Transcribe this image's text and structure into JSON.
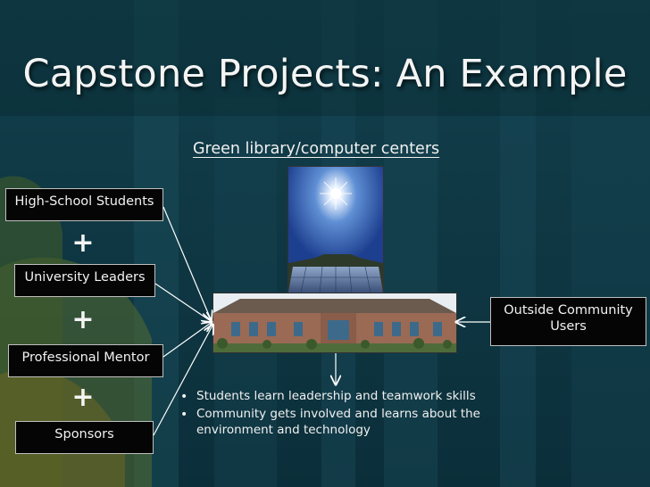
{
  "slide": {
    "title": "Capstone Projects: An Example",
    "subtitle": "Green library/computer centers"
  },
  "participants": [
    "High-School Students",
    "University Leaders",
    "Professional Mentor",
    "Sponsors"
  ],
  "plus_symbol": "+",
  "outside_box": {
    "line1": "Outside Community",
    "line2": "Users"
  },
  "bullets": [
    "Students learn leadership and teamwork skills",
    "Community gets involved and learns about the environment and technology"
  ],
  "bullet_symbol": "•",
  "colors": {
    "background": "#0f3a47",
    "box_fill": "#050505",
    "box_border": "#bfbfbf",
    "text": "#f2f2f2"
  }
}
